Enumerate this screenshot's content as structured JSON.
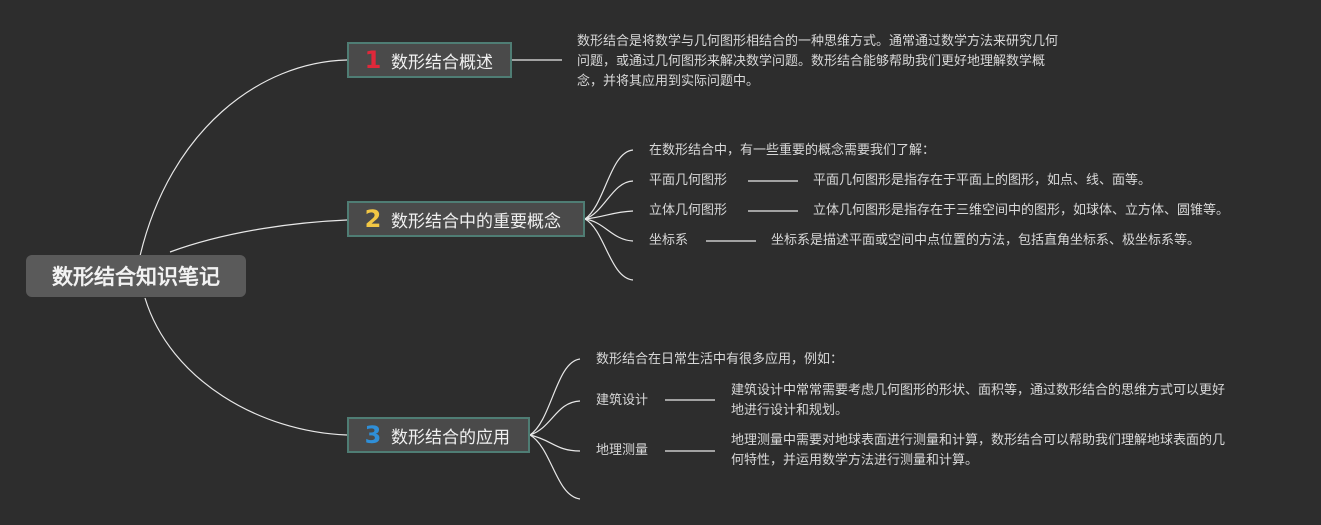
{
  "root": {
    "title": "数形结合知识笔记"
  },
  "branches": [
    {
      "badge": "1",
      "badge_color": "#e0283a",
      "label": "数形结合概述",
      "description": "数形结合是将数学与几何图形相结合的一种思维方式。通常通过数学方法来研究几何问题，或通过几何图形来解决数学问题。数形结合能够帮助我们更好地理解数学概念，并将其应用到实际问题中。"
    },
    {
      "badge": "2",
      "badge_color": "#f2c744",
      "label": "数形结合中的重要概念",
      "intro": "在数形结合中，有一些重要的概念需要我们了解：",
      "items": [
        {
          "term": "平面几何图形",
          "detail": "平面几何图形是指存在于平面上的图形，如点、线、面等。"
        },
        {
          "term": "立体几何图形",
          "detail": "立体几何图形是指存在于三维空间中的图形，如球体、立方体、圆锥等。"
        },
        {
          "term": "坐标系",
          "detail": "坐标系是描述平面或空间中点位置的方法，包括直角坐标系、极坐标系等。"
        }
      ]
    },
    {
      "badge": "3",
      "badge_color": "#2f8fd8",
      "label": "数形结合的应用",
      "intro": "数形结合在日常生活中有很多应用，例如：",
      "items": [
        {
          "term": "建筑设计",
          "detail": "建筑设计中常常需要考虑几何图形的形状、面积等，通过数形结合的思维方式可以更好地进行设计和规划。"
        },
        {
          "term": "地理测量",
          "detail": "地理测量中需要对地球表面进行测量和计算，数形结合可以帮助我们理解地球表面的几何特性，并运用数学方法进行测量和计算。"
        }
      ]
    }
  ],
  "colors": {
    "background": "#2d2d2d",
    "connector": "#e8e8e8",
    "node_border": "#4f7d74"
  }
}
